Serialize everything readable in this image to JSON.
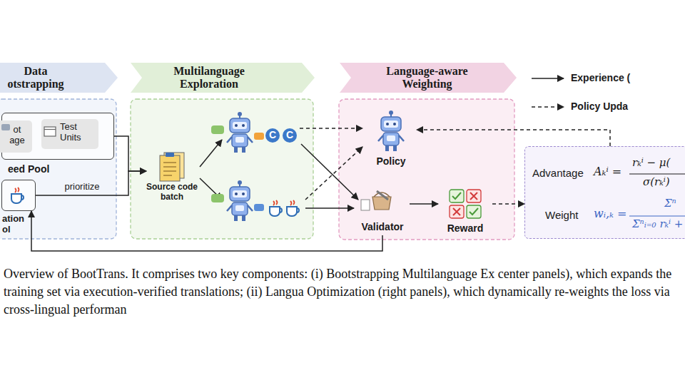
{
  "diagram": {
    "caption": "Overview of BootTrans. It comprises two key components: (i) Bootstrapping Multilanguage Ex center panels), which expands the training set via execution-verified translations; (ii) Langua Optimization (right panels), which dynamically re-weights the loss via cross-lingual performan",
    "nodes": [
      {
        "text": [
          "Data otstrapping"
        ]
      },
      {
        "text": [
          "Multilanguage Exploration"
        ]
      },
      {
        "text": [
          "Language-aware Weighting"
        ]
      },
      {
        "text": [
          "eed Pool"
        ]
      },
      {
        "text": [
          "ot age"
        ],
        "in": 3
      },
      {
        "text": [
          "Test Units"
        ],
        "in": 3
      },
      {
        "text": [
          "ation ol"
        ]
      },
      {
        "text": [
          "Source code batch"
        ]
      },
      {
        "text": [
          "Policy"
        ]
      },
      {
        "text": [
          "Validator"
        ]
      },
      {
        "text": [
          "Reward"
        ]
      },
      {
        "text": [
          "Advantage",
          "Aₖⁱ =",
          "rₖⁱ − μ(",
          "σ(rₖⁱ)",
          "Weight",
          "wᵢ,ₖ =",
          "Σⁿ",
          "Σⁿᵢ₌₀ rₖⁱ +"
        ]
      }
    ],
    "edges": [
      {
        "from": 3,
        "to": 7,
        "arrow": "to"
      },
      {
        "from": 6,
        "to": 7,
        "label": "prioritize",
        "arrow": "to"
      },
      {
        "from": 9,
        "to": 10,
        "arrow": "to"
      },
      {
        "from": 10,
        "to": 11,
        "arrow": "to"
      },
      {
        "from": 11,
        "to": 8,
        "arrow": "to"
      },
      {
        "from": 9,
        "to": 6,
        "arrow": "to"
      }
    ],
    "labels": [
      "C",
      "C"
    ],
    "legend": [
      {
        "text": "Experience ("
      },
      {
        "text": "Policy Upda"
      }
    ]
  }
}
